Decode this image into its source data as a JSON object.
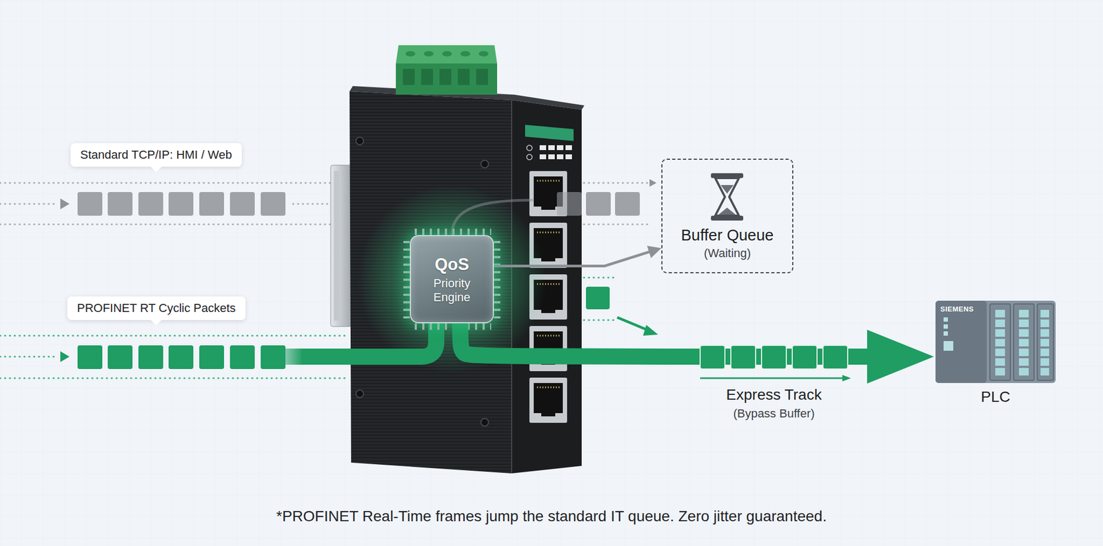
{
  "diagram": {
    "caption": "*PROFINET Real-Time frames jump the standard IT queue. Zero jitter guaranteed.",
    "nodes": [
      {
        "text": [
          "Standard TCP/IP: HMI / Web"
        ]
      },
      {
        "text": [
          "PROFINET RT Cyclic Packets"
        ]
      },
      {
        "text": [
          "QoS",
          "Priority Engine"
        ]
      },
      {
        "text": [
          "Buffer Queue",
          "(Waiting)"
        ]
      },
      {
        "text": [
          "SIEMENS",
          "PLC"
        ]
      }
    ],
    "edges": [
      {
        "from": 2,
        "to": 3,
        "arrow": "to"
      },
      {
        "from": 2,
        "to": 4,
        "arrow": "to",
        "label": "Express Track"
      }
    ],
    "labels": [
      "(Bypass Buffer)"
    ]
  }
}
